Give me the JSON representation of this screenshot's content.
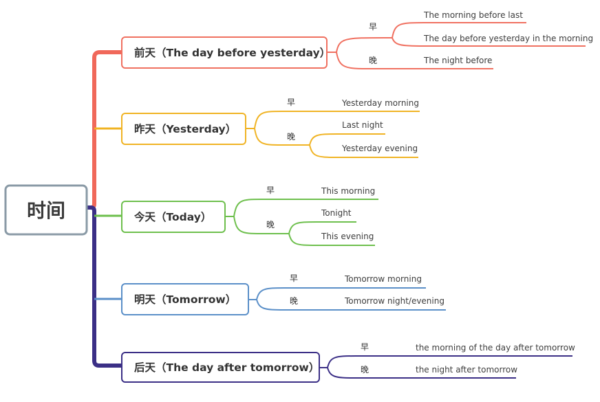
{
  "root": {
    "label": "时间"
  },
  "colors": {
    "root_border": "#8a9aa6",
    "upper_trunk": "#f0685a",
    "lower_trunk": "#3b2f86"
  },
  "branches": [
    {
      "label": "前天（The day before yesterday）",
      "color": "#f07060",
      "groups": [
        {
          "label": "早",
          "leaves": [
            "The morning before last",
            "The day before yesterday in the morning"
          ]
        },
        {
          "label": "晚",
          "leaves": [
            "The night before"
          ]
        }
      ]
    },
    {
      "label": "昨天（Yesterday）",
      "color": "#f0b323",
      "groups": [
        {
          "label": "早",
          "leaves": [
            "Yesterday morning"
          ]
        },
        {
          "label": "晚",
          "leaves": [
            "Last night",
            "Yesterday evening"
          ]
        }
      ]
    },
    {
      "label": "今天（Today）",
      "color": "#6dbf4c",
      "groups": [
        {
          "label": "早",
          "leaves": [
            "This morning"
          ]
        },
        {
          "label": "晚",
          "leaves": [
            "Tonight",
            "This evening"
          ]
        }
      ]
    },
    {
      "label": "明天（Tomorrow）",
      "color": "#5a8fc8",
      "groups": [
        {
          "label": "早",
          "leaves": [
            "Tomorrow morning"
          ]
        },
        {
          "label": "晚",
          "leaves": [
            "Tomorrow night/evening"
          ]
        }
      ]
    },
    {
      "label": "后天（The day after tomorrow）",
      "color": "#3b2f86",
      "groups": [
        {
          "label": "早",
          "leaves": [
            "the morning of the day after tomorrow"
          ]
        },
        {
          "label": "晚",
          "leaves": [
            "the night after tomorrow"
          ]
        }
      ]
    }
  ]
}
